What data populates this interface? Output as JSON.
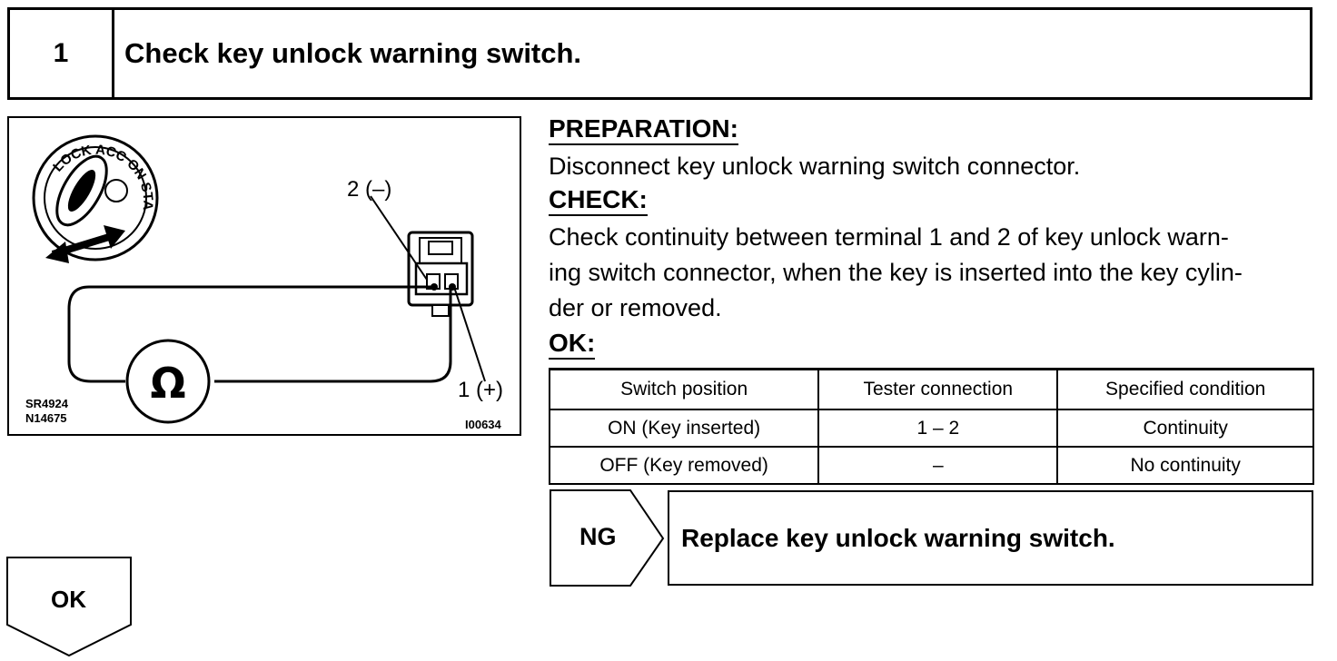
{
  "step": {
    "number": "1",
    "title": "Check key unlock warning switch."
  },
  "figure": {
    "terminal_neg_label": "2 (–)",
    "terminal_pos_label": "1 (+)",
    "ohm_symbol": "Ω",
    "key_cylinder_label": "LOCK ACC ON START",
    "ref_codes": [
      "SR4924",
      "N14675"
    ],
    "figure_id": "I00634"
  },
  "preparation": {
    "heading": "PREPARATION:",
    "text": "Disconnect key unlock warning switch connector."
  },
  "check": {
    "heading": "CHECK:",
    "lines": [
      "Check continuity between terminal 1 and 2 of key unlock warn-",
      "ing switch connector, when the key is inserted into the key cylin-",
      "der or removed."
    ]
  },
  "ok_section": {
    "heading": "OK:"
  },
  "table": {
    "headers": [
      "Switch position",
      "Tester connection",
      "Specified condition"
    ],
    "rows": [
      [
        "ON (Key inserted)",
        "1 – 2",
        "Continuity"
      ],
      [
        "OFF (Key removed)",
        "–",
        "No continuity"
      ]
    ]
  },
  "ng": {
    "label": "NG",
    "action": "Replace key unlock warning switch."
  },
  "ok_flow": {
    "label": "OK"
  }
}
